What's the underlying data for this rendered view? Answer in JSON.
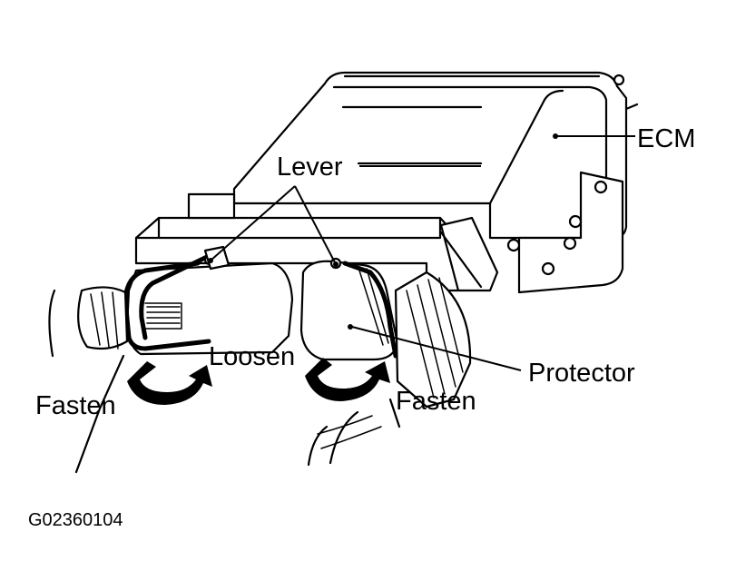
{
  "labels": {
    "ecm": "ECM",
    "lever": "Lever",
    "protector": "Protector",
    "loosen": "Loosen",
    "fasten_left": "Fasten",
    "fasten_right": "Fasten"
  },
  "figure_code": "G02360104"
}
